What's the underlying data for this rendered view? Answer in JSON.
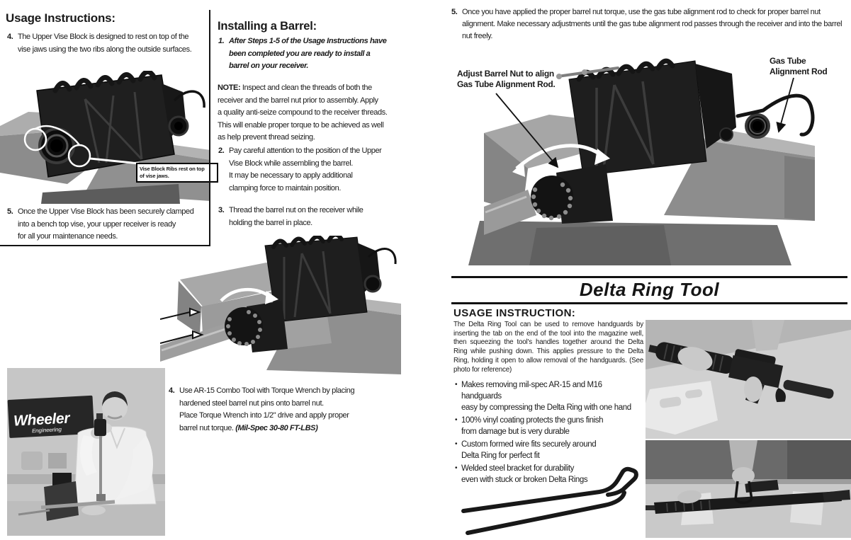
{
  "left_column": {
    "heading": "Usage Instructions:",
    "step4": {
      "num": "4.",
      "text": "The Upper Vise Block is designed to rest on top of the\nvise jaws using the two ribs along the outside surfaces."
    },
    "vise_photo": {
      "callout": "Vise Block Ribs rest on top\nof vise jaws."
    },
    "step5": {
      "num": "5.",
      "text": "Once the Upper Vise Block has been securely clamped\ninto a bench top vise, your upper receiver is ready\nfor all your maintenance needs."
    },
    "workbench_photo": {
      "banner_title": "Wheeler",
      "banner_subtitle": "Engineering"
    }
  },
  "middle_column": {
    "heading": "Installing a Barrel:",
    "step1": {
      "num": "1.",
      "text": "After Steps 1-5 of the Usage Instructions have\nbeen completed you are ready to install a\nbarrel on your receiver."
    },
    "note": {
      "label": "NOTE:",
      "text": " Inspect and clean the threads of both the\nreceiver and the barrel nut prior to assembly. Apply\na quality anti-seize compound to the receiver threads.\nThis will enable proper torque to be achieved as well\nas help prevent thread seizing."
    },
    "step2": {
      "num": "2.",
      "text": "Pay careful attention to the position of the Upper\nVise Block while assembling the barrel.\nIt may be necessary to apply additional\nclamping force to maintain position."
    },
    "step3": {
      "num": "3.",
      "text": "Thread the barrel nut on the receiver while\nholding the barrel in place."
    },
    "step4": {
      "num": "4.",
      "text": "Use AR-15 Combo Tool with Torque Wrench by placing\nhardened steel barrel nut pins onto barrel nut.\nPlace Torque Wrench into 1/2\" drive and apply proper\nbarrel nut torque. ",
      "emphasis": "(Mil-Spec 30-80 FT-LBS)"
    }
  },
  "right_column": {
    "step5": {
      "num": "5.",
      "text": "Once you have applied the proper barrel nut torque, use the gas tube alignment rod to check for proper barrel nut alignment. Make necessary adjustments until the gas tube alignment rod passes through the receiver and into the barrel nut freely."
    },
    "labels": {
      "adjust_barrel_nut": "Adjust Barrel Nut to align\nGas Tube Alignment Rod.",
      "gas_tube_rod": "Gas Tube\nAlignment Rod"
    },
    "delta_section": {
      "title": "Delta Ring Tool",
      "usage_heading": "USAGE INSTRUCTION:",
      "usage_para": "The Delta Ring Tool can be used to remove handguards by inserting the tab on the end of the tool into the magazine well, then squeezing the tool's handles together around the Delta Ring while pushing down. This applies pressure to the Delta Ring, holding it open to allow removal of the handguards. (See photo for reference)",
      "bullets": [
        "Makes removing mil-spec AR-15 and M16 handguards\neasy by compressing the Delta Ring with one hand",
        "100% vinyl coating protects the guns finish\nfrom damage but is very durable",
        "Custom formed wire fits securely around\nDelta Ring for perfect fit",
        "Welded steel bracket for durability\neven with stuck or broken Delta Rings"
      ]
    }
  },
  "colors": {
    "text": "#1a1a1a",
    "rule": "#111111",
    "paper": "#ffffff"
  }
}
